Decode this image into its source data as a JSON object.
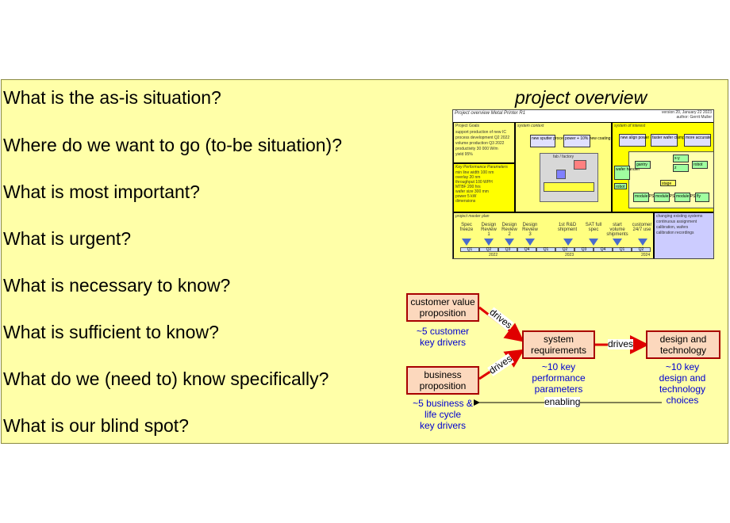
{
  "questions": [
    "What is the as-is situation?",
    "Where do we want to go (to-be situation)?",
    "What is most important?",
    "What is urgent?",
    "What is necessary to know?",
    "What is sufficient to know?",
    "What do we (need to) know specifically?",
    "What is our blind spot?"
  ],
  "overview_title": "project overview",
  "mini": {
    "header": "Project overview Metal Printer R1",
    "version": "version 20, January 22 2023",
    "author": "author: Gerrit Muller",
    "project_goals": "Project Goals",
    "goals": [
      "support production of new  IC",
      "process development   Q2 2022",
      "volume production      Q3 2022",
      "productivity         30 000 W/m",
      "yield                    95%"
    ],
    "kpi_title": "Key Performance Parameters",
    "kpis": [
      "min line width    100 nm",
      "overlay             20 nm",
      "throughput         100 WPH",
      "MTBF              200 hrs",
      "wafer size         300 mm",
      "power                5 kW",
      "dimensions"
    ],
    "system_context": "system context",
    "ctx_boxes": [
      "new sputter process",
      "power + 10% new coating"
    ],
    "fab": "fab / factory",
    "system_of_interest": "system of interest",
    "soi_boxes": [
      "new align power + 50%",
      "faster wafer clamp",
      "more accurate"
    ],
    "soi_parts": [
      "wafer handler",
      "gantry",
      "x-y",
      "z",
      "robot",
      "stage",
      "robot",
      "module PSUP",
      "module PSUP",
      "module PSUP",
      "fly"
    ],
    "master_plan": "project master plan",
    "milestones": [
      "Spec freeze",
      "Design Review 1",
      "Design Review 2",
      "Design Review 3",
      "1st R&D shipment",
      "SAT full spec",
      "start volume shipments",
      "customer 24/7 use"
    ],
    "quarters": [
      "Q1",
      "Q2",
      "Q3",
      "Q4",
      "Q1",
      "Q2",
      "Q3",
      "Q4",
      "Q1",
      "Q2"
    ],
    "years": [
      "2022",
      "2023",
      "2024"
    ],
    "risks_title": "changing existing systems",
    "risks": [
      "continuous assignment",
      "calibration, wafers",
      "calibration recordings"
    ]
  },
  "diagram": {
    "customer_value": "customer value proposition",
    "business": "business proposition",
    "system_req": "system requirements",
    "design_tech": "design and technology",
    "drives": "drives",
    "enabling": "enabling",
    "customer_note": "~5 customer\nkey drivers",
    "business_note": "~5 business &\nlife cycle\nkey drivers",
    "system_note": "~10 key\nperformance\nparameters",
    "design_note": "~10 key\ndesign and\ntechnology\nchoices"
  },
  "colors": {
    "slide_bg": "#ffffa8",
    "box_fill": "#fcd8bd",
    "box_border": "#a80000",
    "note_blue": "#0000d0",
    "arrow_red": "#e00000"
  }
}
